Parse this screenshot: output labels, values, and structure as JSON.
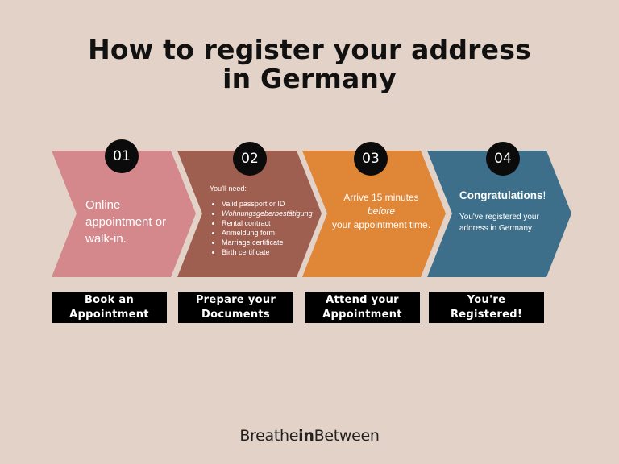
{
  "title": {
    "line1": "How to register your address",
    "line2": "in Germany"
  },
  "colors": {
    "background": "#e3d2c7",
    "step1": "#d4888b",
    "step2": "#9e5e50",
    "step3": "#e08637",
    "step4": "#3e6f8a"
  },
  "steps": [
    {
      "number": "01",
      "text": "Online appointment or walk-in.",
      "label_line1": "Book an",
      "label_line2": "Appointment"
    },
    {
      "number": "02",
      "intro": "You'll need:",
      "items": [
        "Valid passport or ID",
        "Wohnungsgeberbestätigung",
        "Rental contract",
        "Anmeldung form",
        "Marriage  certificate",
        "Birth certificate"
      ],
      "label_line1": "Prepare your",
      "label_line2": "Documents"
    },
    {
      "number": "03",
      "line1": "Arrive 15 minutes",
      "emphasis": "before",
      "line2": "your appointment time.",
      "label_line1": "Attend your",
      "label_line2": "Appointment"
    },
    {
      "number": "04",
      "heading": "Congratulations",
      "heading_suffix": "!",
      "text": "You've registered your address in Germany.",
      "label_line1": "You're",
      "label_line2": "Registered!"
    }
  ],
  "brand": {
    "part1": "Breathe",
    "part2": "in",
    "part3": "Between"
  }
}
